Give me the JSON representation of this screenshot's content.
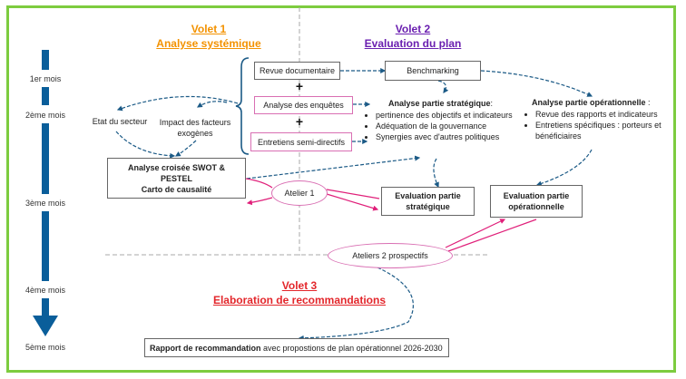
{
  "timeline": {
    "months": [
      "1er mois",
      "2ème mois",
      "3ème mois",
      "4ème mois",
      "5ème mois"
    ]
  },
  "volet1": {
    "title": "Volet 1",
    "subtitle": "Analyse systémique",
    "color": "#f39200"
  },
  "volet2": {
    "title": "Volet 2",
    "subtitle": "Evaluation du plan",
    "color": "#6a1fb0"
  },
  "volet3": {
    "title": "Volet 3",
    "subtitle": "Elaboration de recommandations",
    "color": "#e3262b"
  },
  "sources": {
    "revue": "Revue documentaire",
    "enquetes": "Analyse des enquêtes",
    "entretiens": "Entretiens semi-directifs",
    "plus": "+"
  },
  "systemic": {
    "etat": "Etat du secteur",
    "impact_line1": "Impact des facteurs",
    "impact_line2": "exogènes",
    "swot_line1": "Analyse croisée SWOT &",
    "swot_line2": "PESTEL",
    "swot_line3": "Carto de causalité"
  },
  "benchmarking": "Benchmarking",
  "strategique": {
    "heading": "Analyse partie stratégique",
    "heading_suffix": ":",
    "items": [
      "pertinence des objectifs et indicateurs",
      "Adéquation de la gouvernance",
      "Synergies avec d'autres politiques"
    ]
  },
  "operationnelle": {
    "heading": "Analyse partie opérationnelle",
    "heading_suffix": " :",
    "items": [
      "Revue des rapports et indicateurs",
      "Entretiens spécifiques : porteurs et bénéficiaires"
    ]
  },
  "eval_strat": {
    "line1": "Evaluation  partie",
    "line2": "stratégique"
  },
  "eval_oper": {
    "line1": "Evaluation partie",
    "line2": "opérationnelle"
  },
  "atelier1": "Atelier 1",
  "ateliers2": "Ateliers 2 prospectifs",
  "rapport": {
    "bold": "Rapport de recommandation",
    "rest": " avec propostions de plan opérationnel 2026-2030"
  },
  "colors": {
    "frame": "#7dcc3f",
    "timeline": "#0a5e9a",
    "flow_arrow": "#1b5a86",
    "workshop_arrow": "#e0207a",
    "pink_border": "#d96fb3"
  }
}
